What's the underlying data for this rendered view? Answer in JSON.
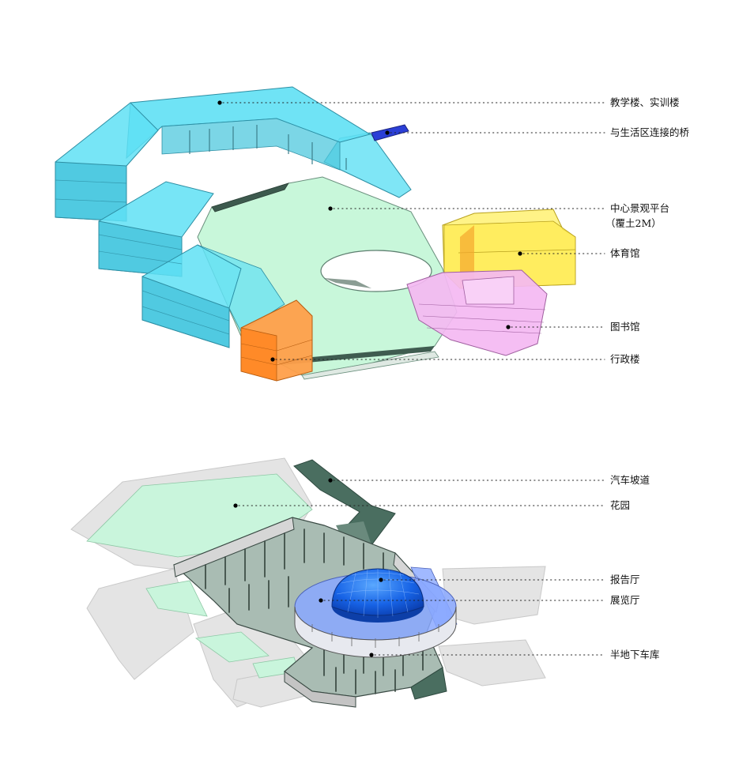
{
  "upper_diagram": {
    "labels": [
      {
        "id": "teaching",
        "text": "教学楼、实训楼"
      },
      {
        "id": "bridge",
        "text": "与生活区连接的桥"
      },
      {
        "id": "platform",
        "text": "中心景观平台",
        "sub": "（覆土2M）"
      },
      {
        "id": "gym",
        "text": "体育馆"
      },
      {
        "id": "library",
        "text": "图书馆"
      },
      {
        "id": "admin",
        "text": "行政楼"
      }
    ],
    "colors": {
      "teaching": "#5fe0f4",
      "bridge": "#2b3fd6",
      "platform": "#c8f7da",
      "gym": "#fff27a",
      "library": "#f4b8f2",
      "admin": "#ff9f4a"
    }
  },
  "lower_diagram": {
    "labels": [
      {
        "id": "ramp",
        "text": "汽车坡道"
      },
      {
        "id": "garden",
        "text": "花园"
      },
      {
        "id": "auditorium",
        "text": "报告厅"
      },
      {
        "id": "exhibition",
        "text": "展览厅"
      },
      {
        "id": "garage",
        "text": "半地下车库"
      }
    ],
    "colors": {
      "ramp": "#4a6e60",
      "garden": "#c9f5dc",
      "auditorium": "#1e6ff0",
      "exhibition": "#8aa8ff",
      "garage": "#a9bcb3",
      "ground": "#e4e4e4"
    }
  }
}
